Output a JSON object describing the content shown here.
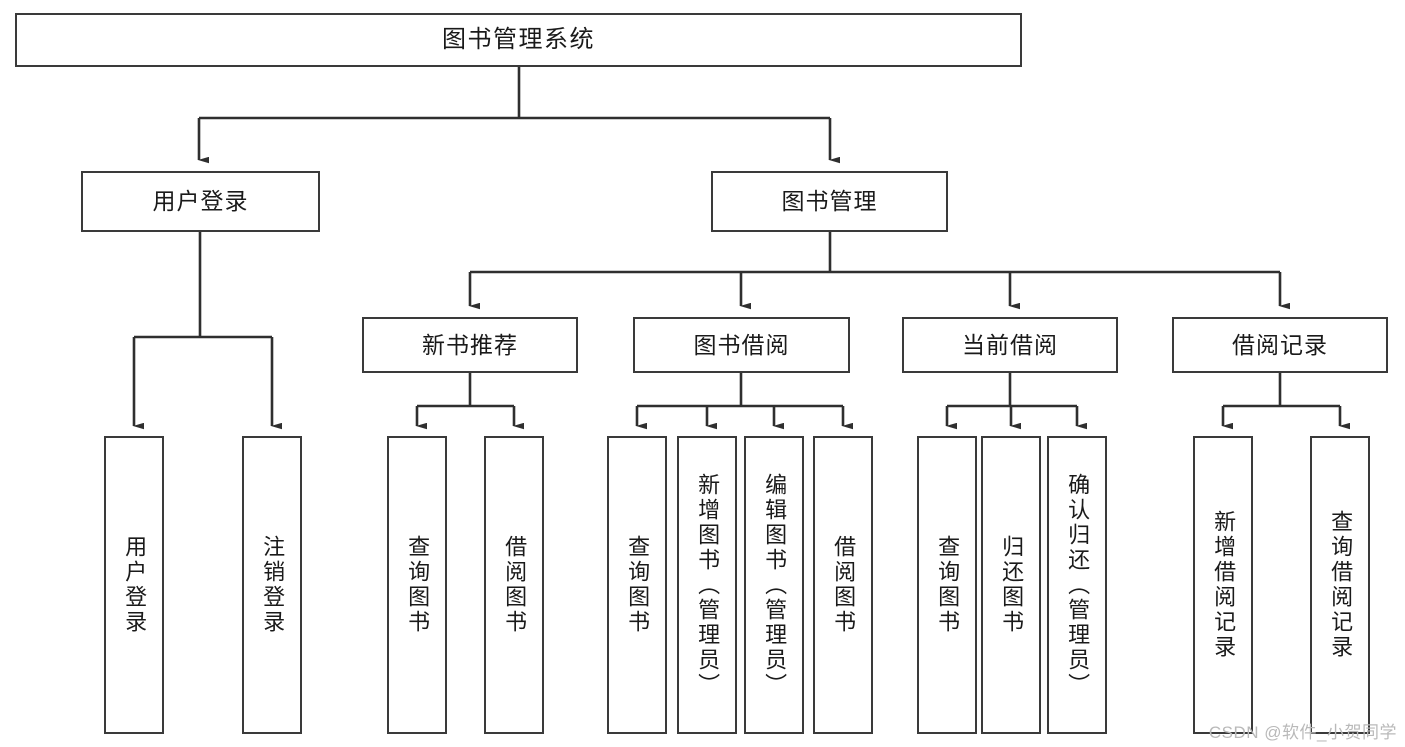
{
  "diagram": {
    "type": "tree-hierarchy",
    "title": "图书管理系统",
    "orientation": "top-down",
    "line_color": "#3a3a3a",
    "box_fill": "#ffffff",
    "text_color": "#1a1a1a"
  },
  "nodes": {
    "root": {
      "label": "图书管理系统"
    },
    "level2": [
      {
        "label": "用户登录"
      },
      {
        "label": "图书管理"
      }
    ],
    "level3": [
      {
        "label": "新书推荐"
      },
      {
        "label": "图书借阅"
      },
      {
        "label": "当前借阅"
      },
      {
        "label": "借阅记录"
      }
    ],
    "leaves": {
      "user_login": [
        {
          "label": "用户登录"
        },
        {
          "label": "注销登录"
        }
      ],
      "new_book_rec": [
        {
          "label": "查询图书"
        },
        {
          "label": "借阅图书"
        }
      ],
      "book_borrow": [
        {
          "label": "查询图书"
        },
        {
          "label": "新增图书（管理员）"
        },
        {
          "label": "编辑图书（管理员）"
        },
        {
          "label": "借阅图书"
        }
      ],
      "current_borrow": [
        {
          "label": "查询图书"
        },
        {
          "label": "归还图书"
        },
        {
          "label": "确认归还（管理员）"
        }
      ],
      "borrow_record": [
        {
          "label": "新增借阅记录"
        },
        {
          "label": "查询借阅记录"
        }
      ]
    }
  },
  "watermark": {
    "text": "CSDN @软件_小贺同学"
  }
}
